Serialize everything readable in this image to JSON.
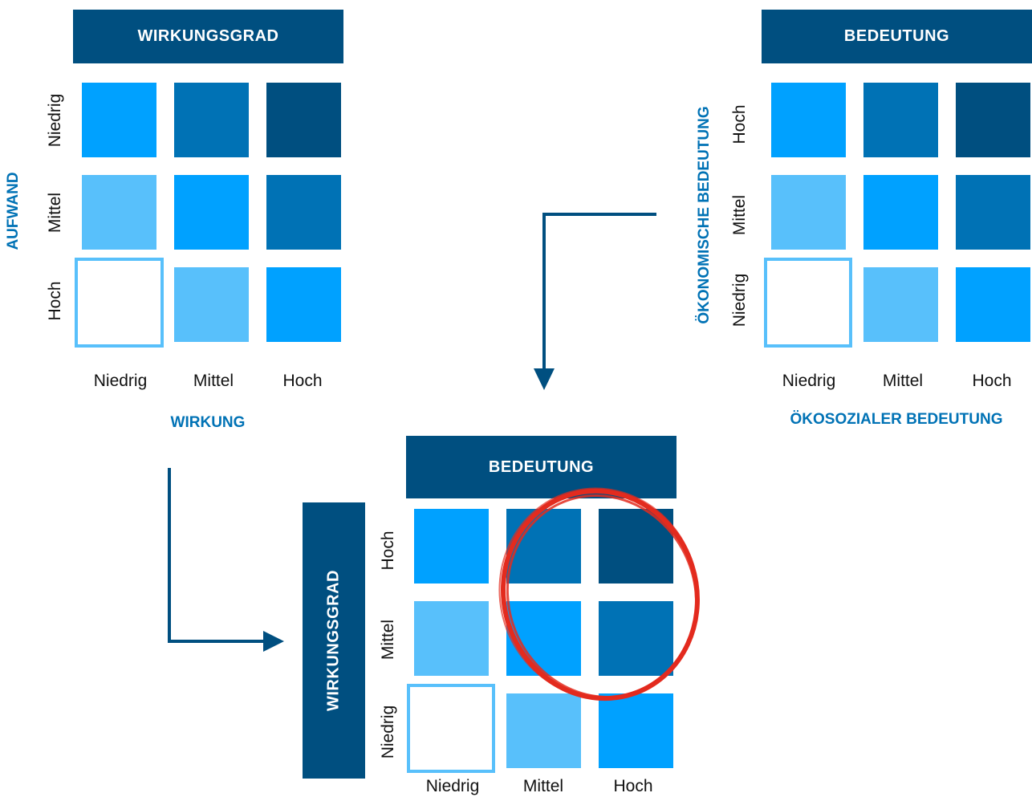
{
  "matrix_top_left": {
    "header": "WIRKUNGSGRAD",
    "y_axis_title": "AUFWAND",
    "x_axis_title": "WIRKUNG",
    "row_labels": [
      "Niedrig",
      "Mittel",
      "Hoch"
    ],
    "col_labels": [
      "Niedrig",
      "Mittel",
      "Hoch"
    ],
    "cells": [
      [
        "c2",
        "c3",
        "c4"
      ],
      [
        "c1",
        "c2",
        "c3"
      ],
      [
        "empty",
        "c1",
        "c2"
      ]
    ]
  },
  "matrix_top_right": {
    "header": "BEDEUTUNG",
    "y_axis_title": "ÖKONOMISCHE BEDEUTUNG",
    "x_axis_title": "ÖKOSOZIALER BEDEUTUNG",
    "row_labels": [
      "Hoch",
      "Mittel",
      "Niedrig"
    ],
    "col_labels": [
      "Niedrig",
      "Mittel",
      "Hoch"
    ],
    "cells": [
      [
        "c2",
        "c3",
        "c4"
      ],
      [
        "c1",
        "c2",
        "c3"
      ],
      [
        "empty",
        "c1",
        "c2"
      ]
    ]
  },
  "matrix_bottom": {
    "header": "BEDEUTUNG",
    "y_axis_title": "WIRKUNGSGRAD",
    "row_labels": [
      "Hoch",
      "Mittel",
      "Niedrig"
    ],
    "col_labels": [
      "Niedrig",
      "Mittel",
      "Hoch"
    ],
    "cells": [
      [
        "c2",
        "c3",
        "c4"
      ],
      [
        "c1",
        "c2",
        "c3"
      ],
      [
        "empty",
        "c1",
        "c2"
      ]
    ],
    "highlight": "red-circle"
  },
  "colors": {
    "banner": "#004f80",
    "level_1": "#58c0fb",
    "level_2": "#00a1ff",
    "level_3": "#0072b5",
    "level_4": "#004f80",
    "axis_title": "#0072b5",
    "highlight": "#e32b1e"
  }
}
